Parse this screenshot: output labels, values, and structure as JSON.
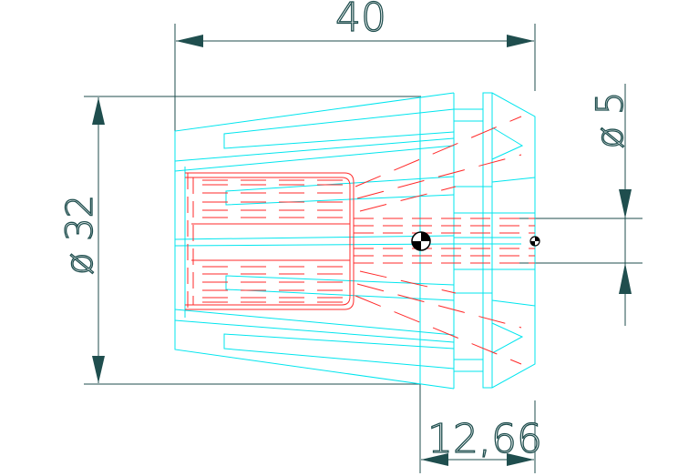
{
  "dimensions": {
    "overall_length": "40",
    "outer_diameter": "ø 32",
    "bore_diameter": "ø 5",
    "front_length": "12,66"
  },
  "colors": {
    "outline": "#00e5ee",
    "hidden": "#ff2a2a",
    "dimension": "#1f4e4e",
    "background": "#ffffff"
  },
  "center_marks": [
    "center-mark",
    "center-mark"
  ]
}
